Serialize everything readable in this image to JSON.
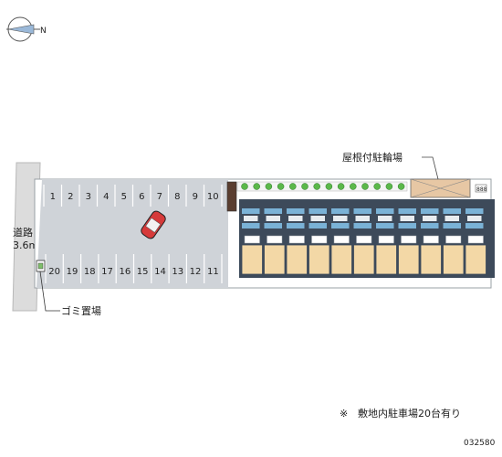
{
  "map": {
    "road": {
      "name": "道路",
      "width": "3.6m"
    },
    "compass": {
      "north_mark": "N"
    },
    "parking_top": [
      "1",
      "2",
      "3",
      "4",
      "5",
      "6",
      "7",
      "8",
      "9",
      "10"
    ],
    "parking_bottom": [
      "20",
      "19",
      "18",
      "17",
      "16",
      "15",
      "14",
      "13",
      "12",
      "11"
    ],
    "labels": {
      "bike_parking": "屋根付駐輪場",
      "garbage": "ゴミ置場",
      "note_mark": "※",
      "note": "敷地内駐車場20台有り",
      "code": "032580"
    },
    "bike_rack_mark": "888",
    "colors": {
      "lot": "#cfd3d8",
      "building": "#3d4a5a",
      "balcony": "#7ab2d6",
      "unit": "#f3d8a6",
      "bike_roof": "#e7c7a4",
      "hedge": "#5bb84a",
      "car": "#d63a3a"
    }
  }
}
